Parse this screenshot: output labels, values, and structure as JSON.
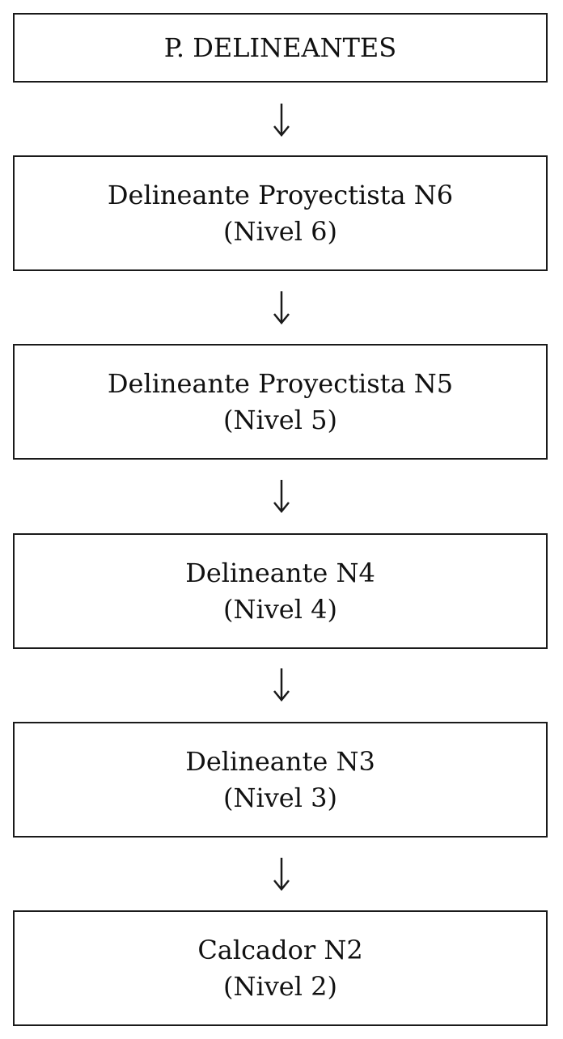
{
  "diagram": {
    "header": {
      "label": "P. DELINEANTES"
    },
    "levels": [
      {
        "title": "Delineante Proyectista N6",
        "subtitle": "(Nivel 6)"
      },
      {
        "title": "Delineante Proyectista N5",
        "subtitle": "(Nivel 5)"
      },
      {
        "title": "Delineante N4",
        "subtitle": "(Nivel 4)"
      },
      {
        "title": "Delineante N3",
        "subtitle": "(Nivel 3)"
      },
      {
        "title": "Calcador N2",
        "subtitle": "(Nivel 2)"
      }
    ],
    "arrow_icon": "down-arrow-icon",
    "colors": {
      "stroke": "#1a1a1a",
      "background": "#ffffff"
    }
  }
}
